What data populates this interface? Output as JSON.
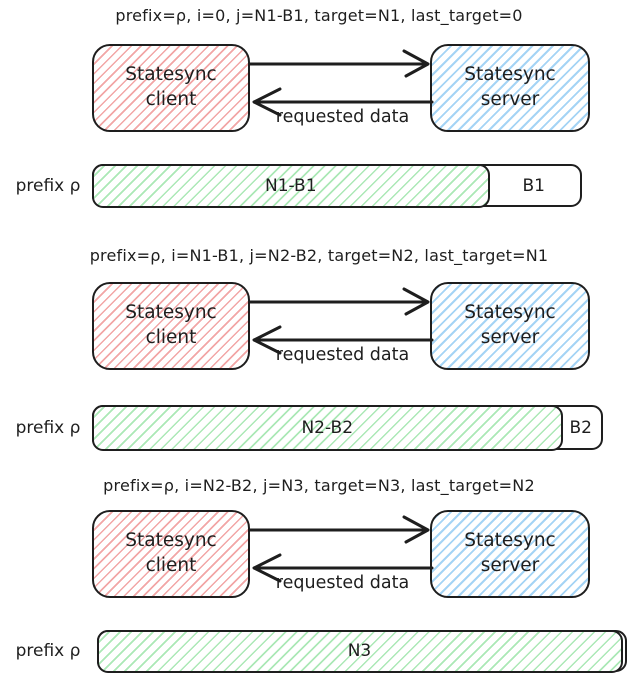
{
  "colors": {
    "ink": "#1e1e1e",
    "client_hatch": "#f2a6a6",
    "server_hatch": "#a5d4f5",
    "progress_hatch": "#abe8b6"
  },
  "stages": [
    {
      "header": "prefix=ρ, i=0, j=N1-B1, target=N1, last_target=0",
      "client_label": "Statesync\nclient",
      "server_label": "Statesync\nserver",
      "response_label": "requested data",
      "bar": {
        "prefix_label": "prefix ρ",
        "done_label": "N1-B1",
        "done_percent": 82,
        "rest_label": "B1"
      }
    },
    {
      "header": "prefix=ρ, i=N1-B1, j=N2-B2, target=N2, last_target=N1",
      "client_label": "Statesync\nclient",
      "server_label": "Statesync\nserver",
      "response_label": "requested data",
      "bar": {
        "prefix_label": "prefix ρ",
        "done_label": "N2-B2",
        "done_percent": 93,
        "rest_label": "B2"
      }
    },
    {
      "header": "prefix=ρ, i=N2-B2, j=N3, target=N3, last_target=N2",
      "client_label": "Statesync\nclient",
      "server_label": "Statesync\nserver",
      "response_label": "requested data",
      "bar": {
        "prefix_label": "prefix ρ",
        "done_label": "N3",
        "done_percent": 100,
        "rest_label": ""
      }
    }
  ]
}
